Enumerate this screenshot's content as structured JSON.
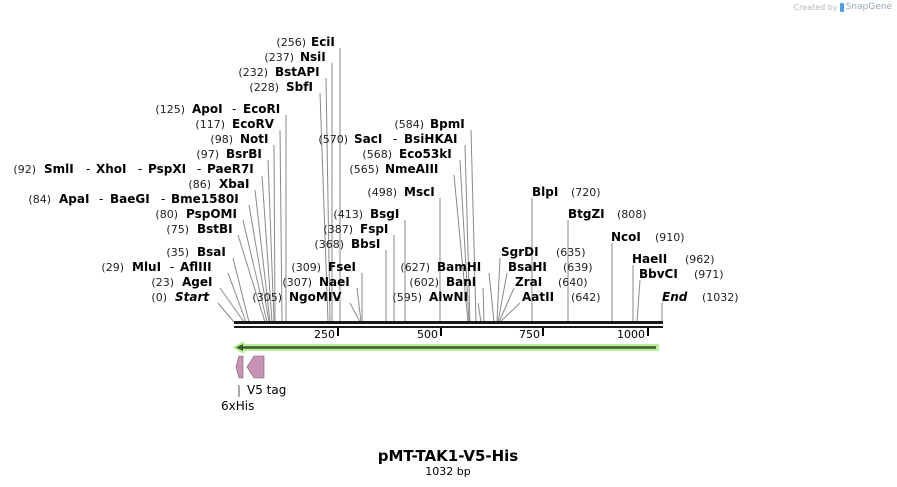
{
  "credit": {
    "prefix": "Created by",
    "brand": "SnapGene"
  },
  "map": {
    "name": "pMT-TAK1-V5-His",
    "length_label": "1032 bp",
    "length_bp": 1032,
    "ruler_ticks": [
      "250",
      "500",
      "750",
      "1000"
    ],
    "features": [
      {
        "name": "6xHis",
        "direction": "reverse",
        "color": "#c993b5"
      },
      {
        "name": "V5 tag",
        "direction": "reverse",
        "color": "#c993b5"
      }
    ],
    "orf_arrow": {
      "direction": "reverse",
      "color": "#9ee27a"
    },
    "left_sites": [
      {
        "pos": "(256)",
        "enzymes": [
          "EciI"
        ]
      },
      {
        "pos": "(237)",
        "enzymes": [
          "NsiI"
        ]
      },
      {
        "pos": "(232)",
        "enzymes": [
          "BstAPI"
        ]
      },
      {
        "pos": "(228)",
        "enzymes": [
          "SbfI"
        ]
      },
      {
        "pos": "(125)",
        "enzymes": [
          "ApoI",
          "EcoRI"
        ]
      },
      {
        "pos": "(117)",
        "enzymes": [
          "EcoRV"
        ]
      },
      {
        "pos": "(98)",
        "enzymes": [
          "NotI"
        ]
      },
      {
        "pos": "(97)",
        "enzymes": [
          "BsrBI"
        ]
      },
      {
        "pos": "(92)",
        "enzymes": [
          "SmlI",
          "XhoI",
          "PspXI",
          "PaeR7I"
        ]
      },
      {
        "pos": "(86)",
        "enzymes": [
          "XbaI"
        ]
      },
      {
        "pos": "(84)",
        "enzymes": [
          "ApaI",
          "BaeGI",
          "Bme1580I"
        ]
      },
      {
        "pos": "(80)",
        "enzymes": [
          "PspOMI"
        ]
      },
      {
        "pos": "(75)",
        "enzymes": [
          "BstBI"
        ]
      },
      {
        "pos": "(35)",
        "enzymes": [
          "BsaI"
        ]
      },
      {
        "pos": "(29)",
        "enzymes": [
          "MluI",
          "AflIII"
        ]
      },
      {
        "pos": "(23)",
        "enzymes": [
          "AgeI"
        ]
      },
      {
        "pos": "(0)",
        "enzymes": [
          "Start"
        ]
      }
    ],
    "middle_sites": [
      {
        "pos": "(584)",
        "enzymes": [
          "BpmI"
        ]
      },
      {
        "pos": "(570)",
        "enzymes": [
          "SacI",
          "BsiHKAI"
        ]
      },
      {
        "pos": "(568)",
        "enzymes": [
          "Eco53kI"
        ]
      },
      {
        "pos": "(565)",
        "enzymes": [
          "NmeAIII"
        ]
      },
      {
        "pos": "(498)",
        "enzymes": [
          "MscI"
        ]
      },
      {
        "pos": "(413)",
        "enzymes": [
          "BsgI"
        ]
      },
      {
        "pos": "(387)",
        "enzymes": [
          "FspI"
        ]
      },
      {
        "pos": "(368)",
        "enzymes": [
          "BbsI"
        ]
      },
      {
        "pos": "(309)",
        "enzymes": [
          "FseI"
        ]
      },
      {
        "pos": "(307)",
        "enzymes": [
          "NaeI"
        ]
      },
      {
        "pos": "(305)",
        "enzymes": [
          "NgoMIV"
        ]
      },
      {
        "pos": "(627)",
        "enzymes": [
          "BamHI"
        ]
      },
      {
        "pos": "(602)",
        "enzymes": [
          "BanI"
        ]
      },
      {
        "pos": "(595)",
        "enzymes": [
          "AlwNI"
        ]
      }
    ],
    "right_sites": [
      {
        "enzymes": [
          "BlpI"
        ],
        "pos": "(720)"
      },
      {
        "enzymes": [
          "BtgZI"
        ],
        "pos": "(808)"
      },
      {
        "enzymes": [
          "NcoI"
        ],
        "pos": "(910)"
      },
      {
        "enzymes": [
          "SgrDI"
        ],
        "pos": "(635)"
      },
      {
        "enzymes": [
          "BsaHI"
        ],
        "pos": "(639)"
      },
      {
        "enzymes": [
          "ZraI"
        ],
        "pos": "(640)"
      },
      {
        "enzymes": [
          "AatII"
        ],
        "pos": "(642)"
      },
      {
        "enzymes": [
          "HaeII"
        ],
        "pos": "(962)"
      },
      {
        "enzymes": [
          "BbvCI"
        ],
        "pos": "(971)"
      },
      {
        "enzymes": [
          "End"
        ],
        "pos": "(1032)"
      }
    ]
  }
}
